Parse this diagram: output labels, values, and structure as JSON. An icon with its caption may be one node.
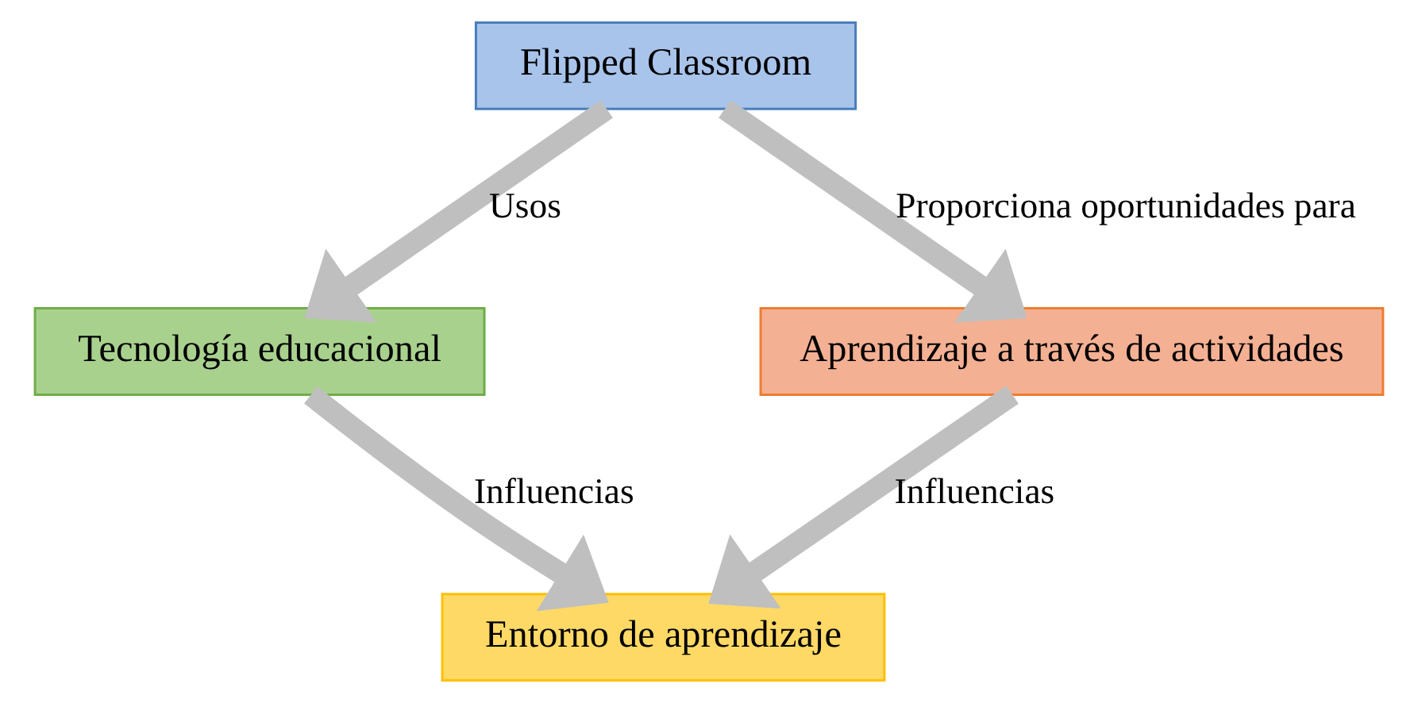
{
  "diagram": {
    "nodes": [
      {
        "text": [
          "Flipped Classroom"
        ]
      },
      {
        "text": [
          "Tecnología educacional"
        ]
      },
      {
        "text": [
          "Aprendizaje a través de actividades"
        ]
      },
      {
        "text": [
          "Entorno de aprendizaje"
        ]
      }
    ],
    "edges": [
      {
        "from": 0,
        "to": 1,
        "arrow": "to",
        "label": "Usos"
      },
      {
        "from": 0,
        "to": 2,
        "arrow": "to",
        "label": "Proporciona oportunidades para"
      },
      {
        "from": 1,
        "to": 3,
        "arrow": "to",
        "label": "Influencias"
      },
      {
        "from": 2,
        "to": 3,
        "arrow": "to",
        "label": "Influencias"
      }
    ]
  }
}
